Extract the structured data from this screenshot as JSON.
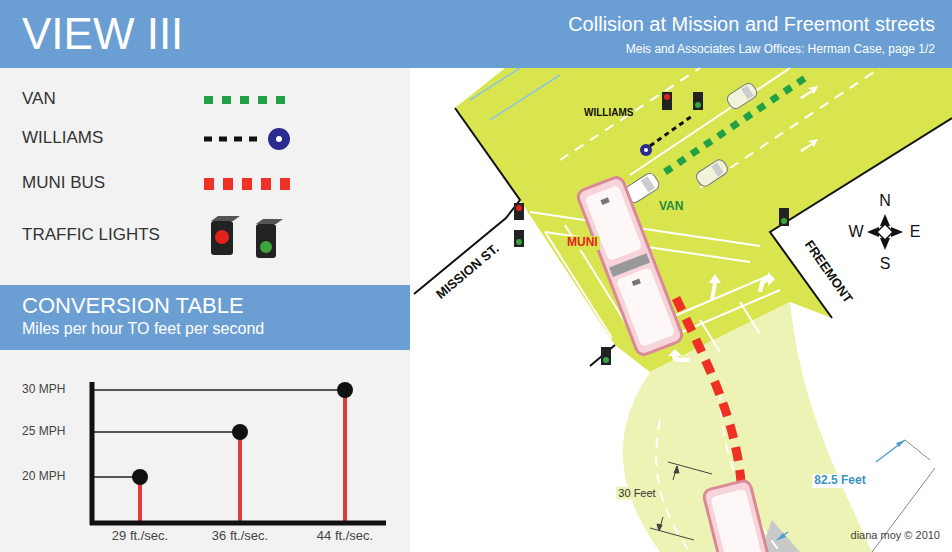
{
  "diagram": {
    "title": "VIEW III",
    "nodes": [
      {
        "text": [
          "CONVERSION TABLE",
          "Miles per hour TO feet per second"
        ]
      }
    ],
    "labels": [
      "Collision at Mission and Freemont streets",
      "Meis and Associates Law Offices: Herman Case, page 1/2",
      "30 MPH",
      "25 MPH",
      "20 MPH",
      "29 ft./sec.",
      "36 ft./sec.",
      "44 ft./sec.",
      "WILLIAMS",
      "VAN",
      "MUNI",
      "MISSION ST.",
      "FREEMONT",
      "N",
      "W",
      "E",
      "S",
      "30 Feet",
      "82.5 Feet",
      "diana moy © 2010"
    ],
    "legend": [
      {
        "text": "VAN"
      },
      {
        "text": "WILLIAMS"
      },
      {
        "text": "MUNI BUS"
      },
      {
        "text": "TRAFFIC LIGHTS"
      }
    ]
  }
}
